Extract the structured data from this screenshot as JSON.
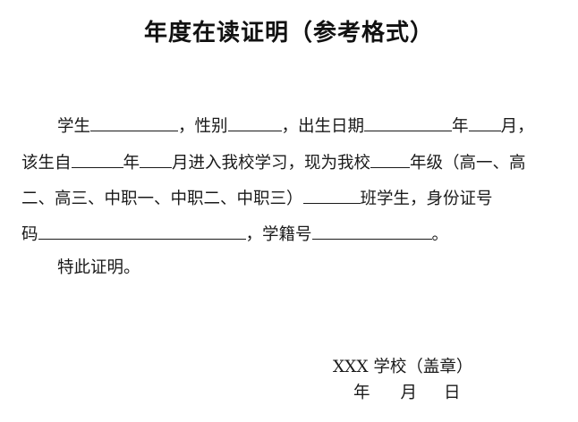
{
  "document": {
    "title": "年度在读证明（参考格式）",
    "line1": {
      "t1": "学生",
      "t2": "，性别",
      "t3": "，出生日期",
      "t4": "年",
      "t5": "月，"
    },
    "line2": {
      "t1": "该生自",
      "t2": "年",
      "t3": "月进入我校学习，现为我校",
      "t4": "年级（高一、高"
    },
    "line3": {
      "t1": "二、高三、中职一、中职二、中职三）",
      "t2": "班学生，身份证号"
    },
    "line4": {
      "t1": "码",
      "t2": "，学籍号",
      "t3": "。"
    },
    "line5": "特此证明。",
    "signature": {
      "school": "XXX 学校（盖章）",
      "year": "年",
      "month": "月",
      "day": "日"
    }
  }
}
